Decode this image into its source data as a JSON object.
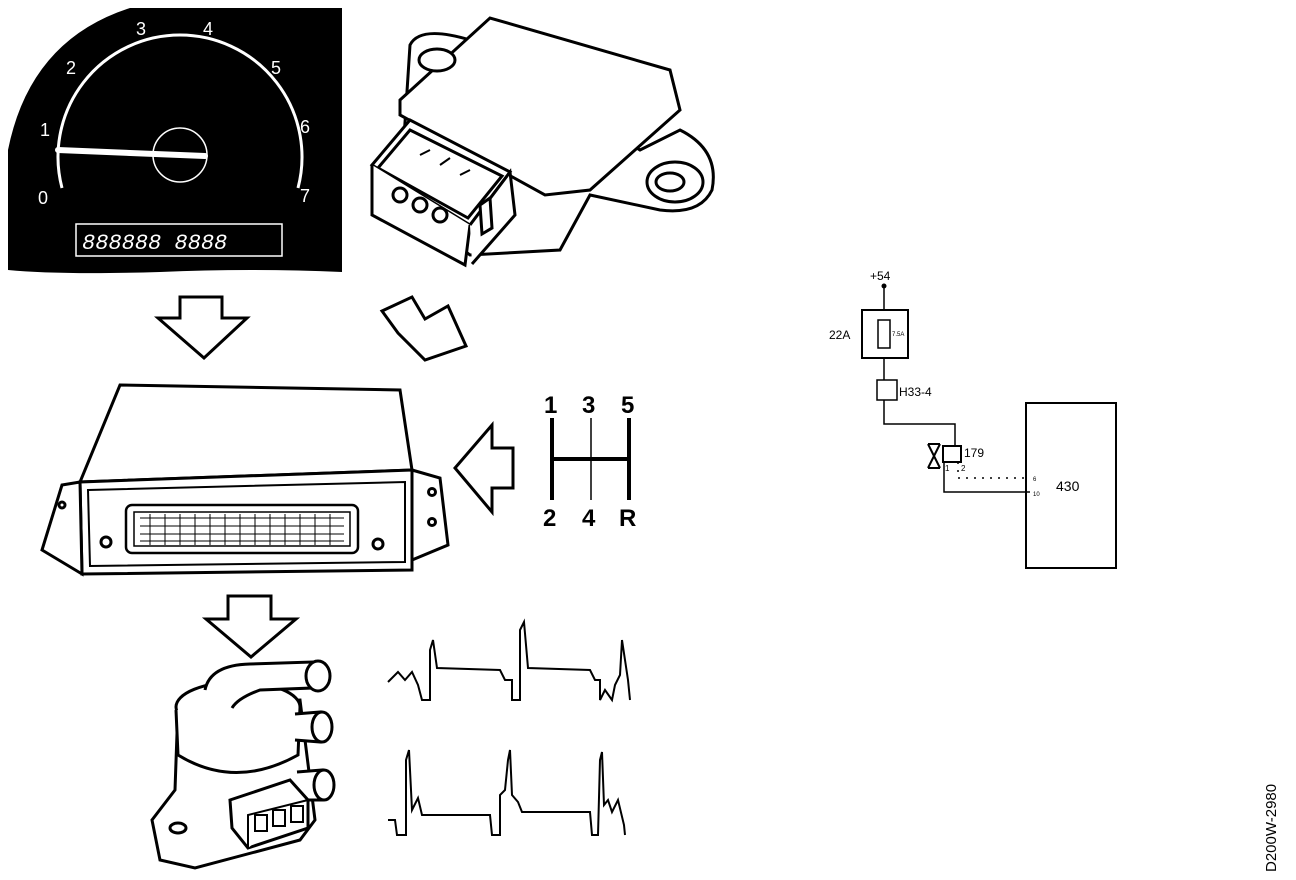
{
  "tachometer": {
    "scale_numbers": [
      "0",
      "1",
      "2",
      "3",
      "4",
      "5",
      "6",
      "7"
    ],
    "odometer": "888888 8888"
  },
  "gear_pattern": {
    "top": [
      "1",
      "3",
      "5"
    ],
    "bottom": [
      "2",
      "4",
      "R"
    ]
  },
  "wiring": {
    "supply": "+54",
    "fuse_box": "22A",
    "fuse_rating": "7.5A",
    "connector": "H33-4",
    "valve": "179",
    "valve_pins": [
      "1",
      "2"
    ],
    "control_unit": "430",
    "cu_pins": [
      "6",
      "10"
    ]
  },
  "figure_code": "D200W-2980"
}
